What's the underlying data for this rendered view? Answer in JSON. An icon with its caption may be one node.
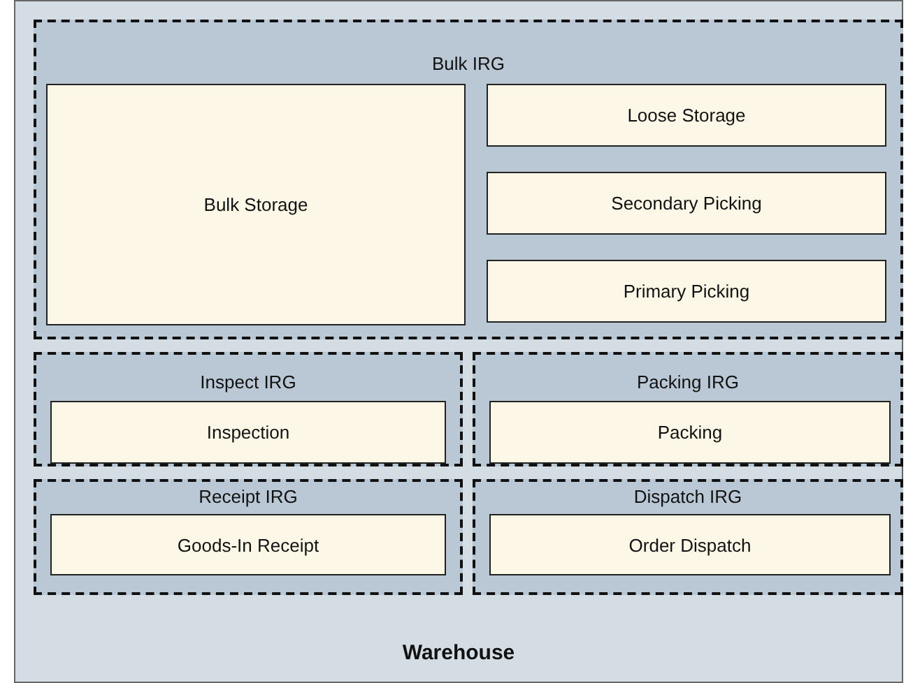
{
  "diagram": {
    "nodes": [
      {
        "text": [
          "Warehouse"
        ]
      },
      {
        "text": [
          "Bulk IRG"
        ],
        "in": 0
      },
      {
        "text": [
          "Bulk Storage"
        ],
        "in": 1
      },
      {
        "text": [
          "Loose Storage"
        ],
        "in": 1
      },
      {
        "text": [
          "Secondary Picking"
        ],
        "in": 1
      },
      {
        "text": [
          "Primary Picking"
        ],
        "in": 1
      },
      {
        "text": [
          "Inspect IRG"
        ],
        "in": 0
      },
      {
        "text": [
          "Inspection"
        ],
        "in": 6
      },
      {
        "text": [
          "Packing IRG"
        ],
        "in": 0
      },
      {
        "text": [
          "Packing"
        ],
        "in": 8
      },
      {
        "text": [
          "Receipt IRG"
        ],
        "in": 0
      },
      {
        "text": [
          "Goods-In Receipt"
        ],
        "in": 10
      },
      {
        "text": [
          "Dispatch IRG"
        ],
        "in": 0
      },
      {
        "text": [
          "Order Dispatch"
        ],
        "in": 12
      }
    ]
  }
}
